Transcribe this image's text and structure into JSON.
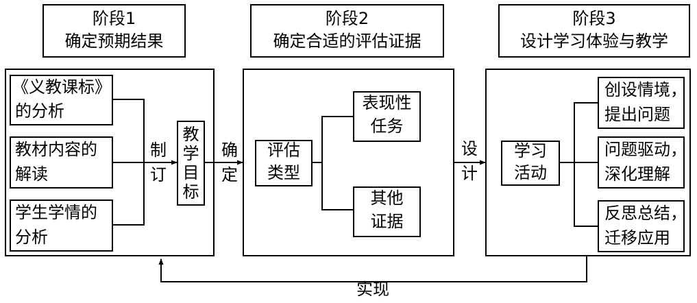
{
  "stages": [
    {
      "title": "阶段1",
      "subtitle": "确定预期结果"
    },
    {
      "title": "阶段2",
      "subtitle": "确定合适的评估证据"
    },
    {
      "title": "阶段3",
      "subtitle": "设计学习体验与教学"
    }
  ],
  "stage1": {
    "inputs": [
      {
        "line1": "《义教课标》",
        "line2": "的分析"
      },
      {
        "line1": "教材内容的",
        "line2": "解读"
      },
      {
        "line1": "学生学情的",
        "line2": "分析"
      }
    ],
    "action": [
      "制",
      "订"
    ],
    "target": [
      "教",
      "学",
      "目",
      "标"
    ]
  },
  "link12": [
    "确",
    "定"
  ],
  "stage2": {
    "evaluation": {
      "line1": "评估",
      "line2": "类型"
    },
    "outputs": [
      {
        "line1": "表现性",
        "line2": "任务"
      },
      {
        "line1": "其他",
        "line2": "证据"
      }
    ]
  },
  "link23": [
    "设",
    "计"
  ],
  "stage3": {
    "activity": {
      "line1": "学习",
      "line2": "活动"
    },
    "outputs": [
      {
        "line1": "创设情境，",
        "line2": "提出问题"
      },
      {
        "line1": "问题驱动，",
        "line2": "深化理解"
      },
      {
        "line1": "反思总结，",
        "line2": "迁移应用"
      }
    ]
  },
  "feedback_label": "实现"
}
